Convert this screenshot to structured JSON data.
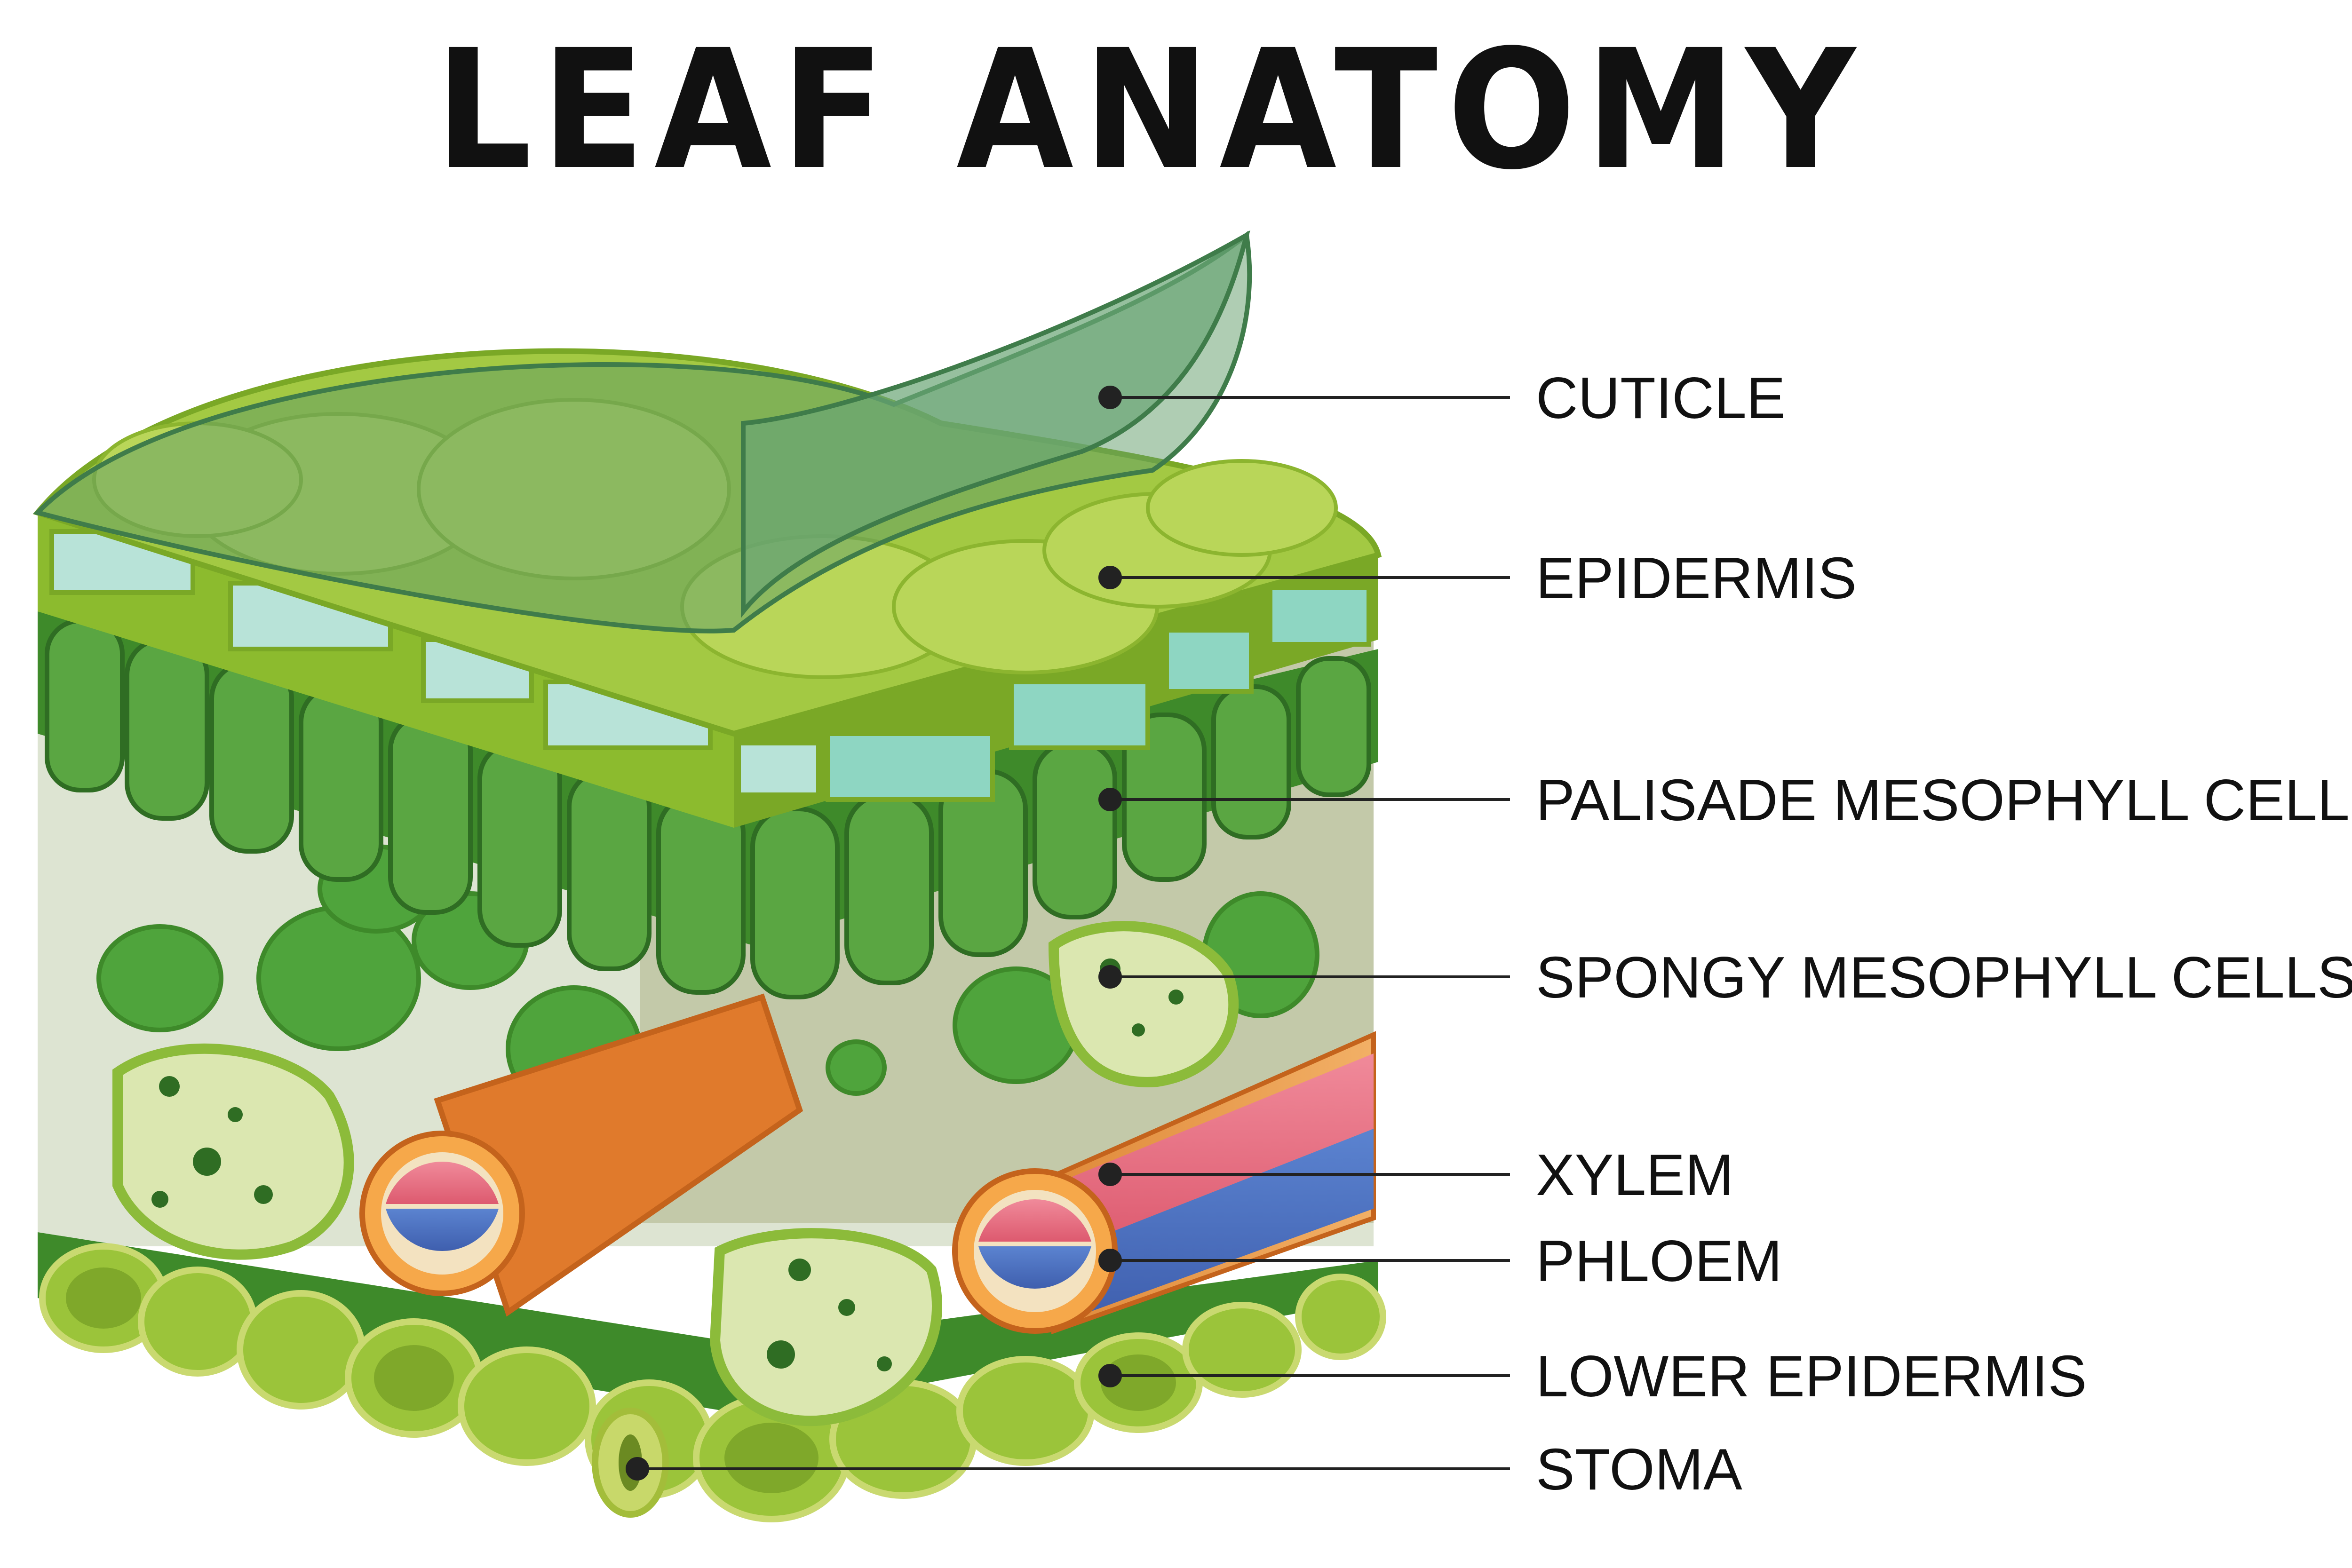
{
  "title": "LEAF ANATOMY",
  "labels": {
    "cuticle": "CUTICLE",
    "epidermis": "EPIDERMIS",
    "palisade": "PALISADE MESOPHYLL CELLS",
    "spongy": "SPONGY MESOPHYLL CELLS",
    "xylem": "XYLEM",
    "phloem": "PHLOEM",
    "lower_epidermis": "LOWER EPIDERMIS",
    "stoma": "STOMA"
  },
  "colors": {
    "cuticle": "#5f9b68",
    "epidermis_top": "#a9cd3c",
    "epidermis_side": "#b6dfd3",
    "palisade": "#4d9b36",
    "spongy": "#4ea83e",
    "xylem": "#e8697e",
    "phloem": "#4f73c1",
    "bundle_sheath": "#d97a2c",
    "lower_epidermis": "#8cb52f",
    "background_block": "#d8dfcc"
  }
}
